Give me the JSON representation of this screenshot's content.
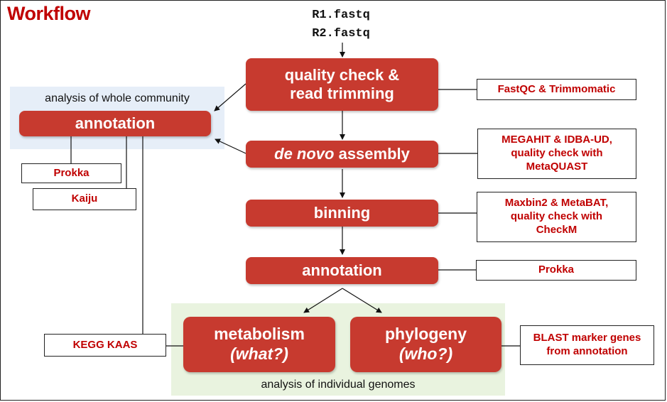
{
  "title": "Workflow",
  "inputs": [
    "R1.fastq",
    "R2.fastq"
  ],
  "regions": {
    "community_label": "analysis of whole community",
    "genomes_label": "analysis of individual genomes"
  },
  "steps": {
    "quality_line1": "quality check &",
    "quality_line2": "read trimming",
    "assembly_italic": "de novo",
    "assembly_rest": " assembly",
    "binning": "binning",
    "annotation_main": "annotation",
    "annotation_community": "annotation",
    "metabolism_line1": "metabolism",
    "metabolism_line2": "(what?)",
    "phylogeny_line1": "phylogeny",
    "phylogeny_line2": "(who?)"
  },
  "tools": {
    "fastqc": "FastQC & Trimmomatic",
    "megahit_line1": "MEGAHIT & IDBA-UD,",
    "megahit_line2": "quality check with",
    "megahit_line3": "MetaQUAST",
    "maxbin_line1": "Maxbin2 & MetaBAT,",
    "maxbin_line2": "quality check with",
    "maxbin_line3": "CheckM",
    "prokka_main": "Prokka",
    "prokka_community": "Prokka",
    "kaiju": "Kaiju",
    "kegg": "KEGG KAAS",
    "blast_line1": "BLAST marker genes",
    "blast_line2": "from annotation"
  },
  "colors": {
    "step_fill": "#c73a2f",
    "tool_text": "#c00000",
    "community_region": "#e6eef8",
    "genomes_region": "#e9f3df"
  }
}
